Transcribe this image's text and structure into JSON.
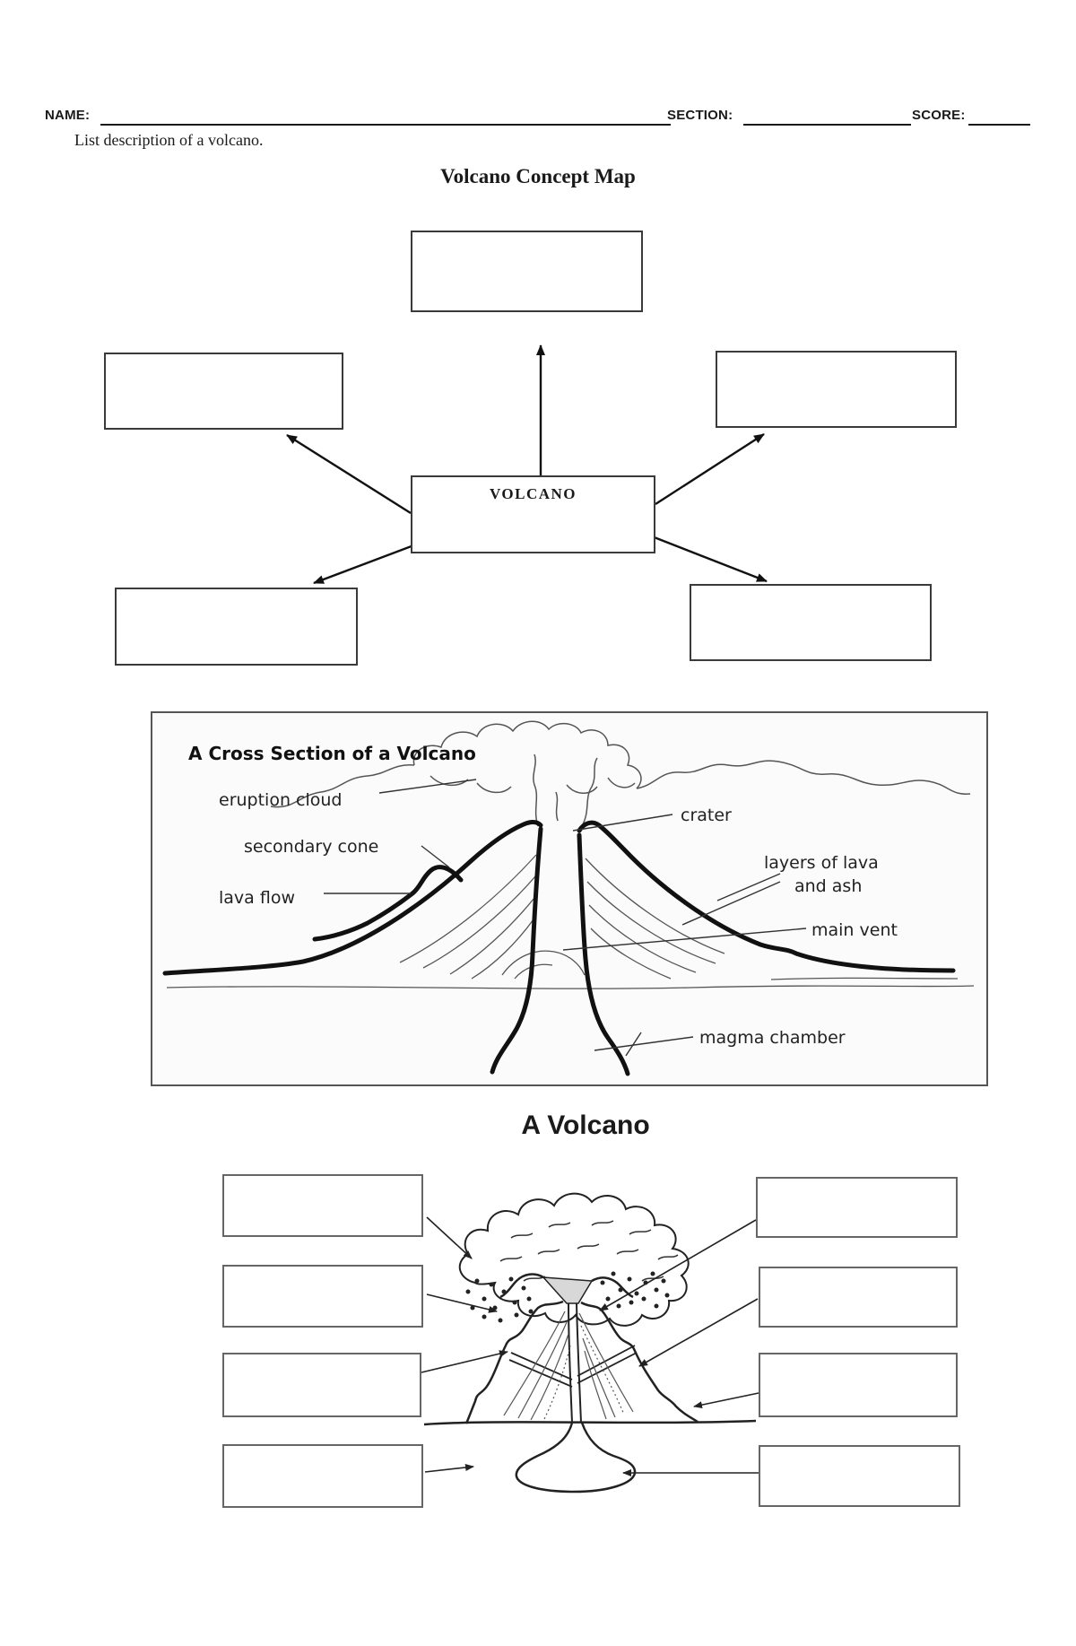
{
  "header": {
    "name_label": "NAME:",
    "section_label": "SECTION:",
    "score_label": "SCORE:",
    "instruction": "List description of a volcano."
  },
  "concept_map": {
    "title": "Volcano Concept Map",
    "center_label": "VOLCANO"
  },
  "cross_section": {
    "title": "A Cross Section of a Volcano",
    "labels": {
      "eruption_cloud": "eruption cloud",
      "crater": "crater",
      "secondary_cone": "secondary cone",
      "lava_flow": "lava flow",
      "layers_line1": "layers of lava",
      "layers_line2": "and ash",
      "main_vent": "main vent",
      "magma_chamber": "magma chamber"
    }
  },
  "bottom_diagram": {
    "title": "A Volcano"
  },
  "colors": {
    "ink": "#1a1a1a",
    "thin_line": "#555555"
  }
}
